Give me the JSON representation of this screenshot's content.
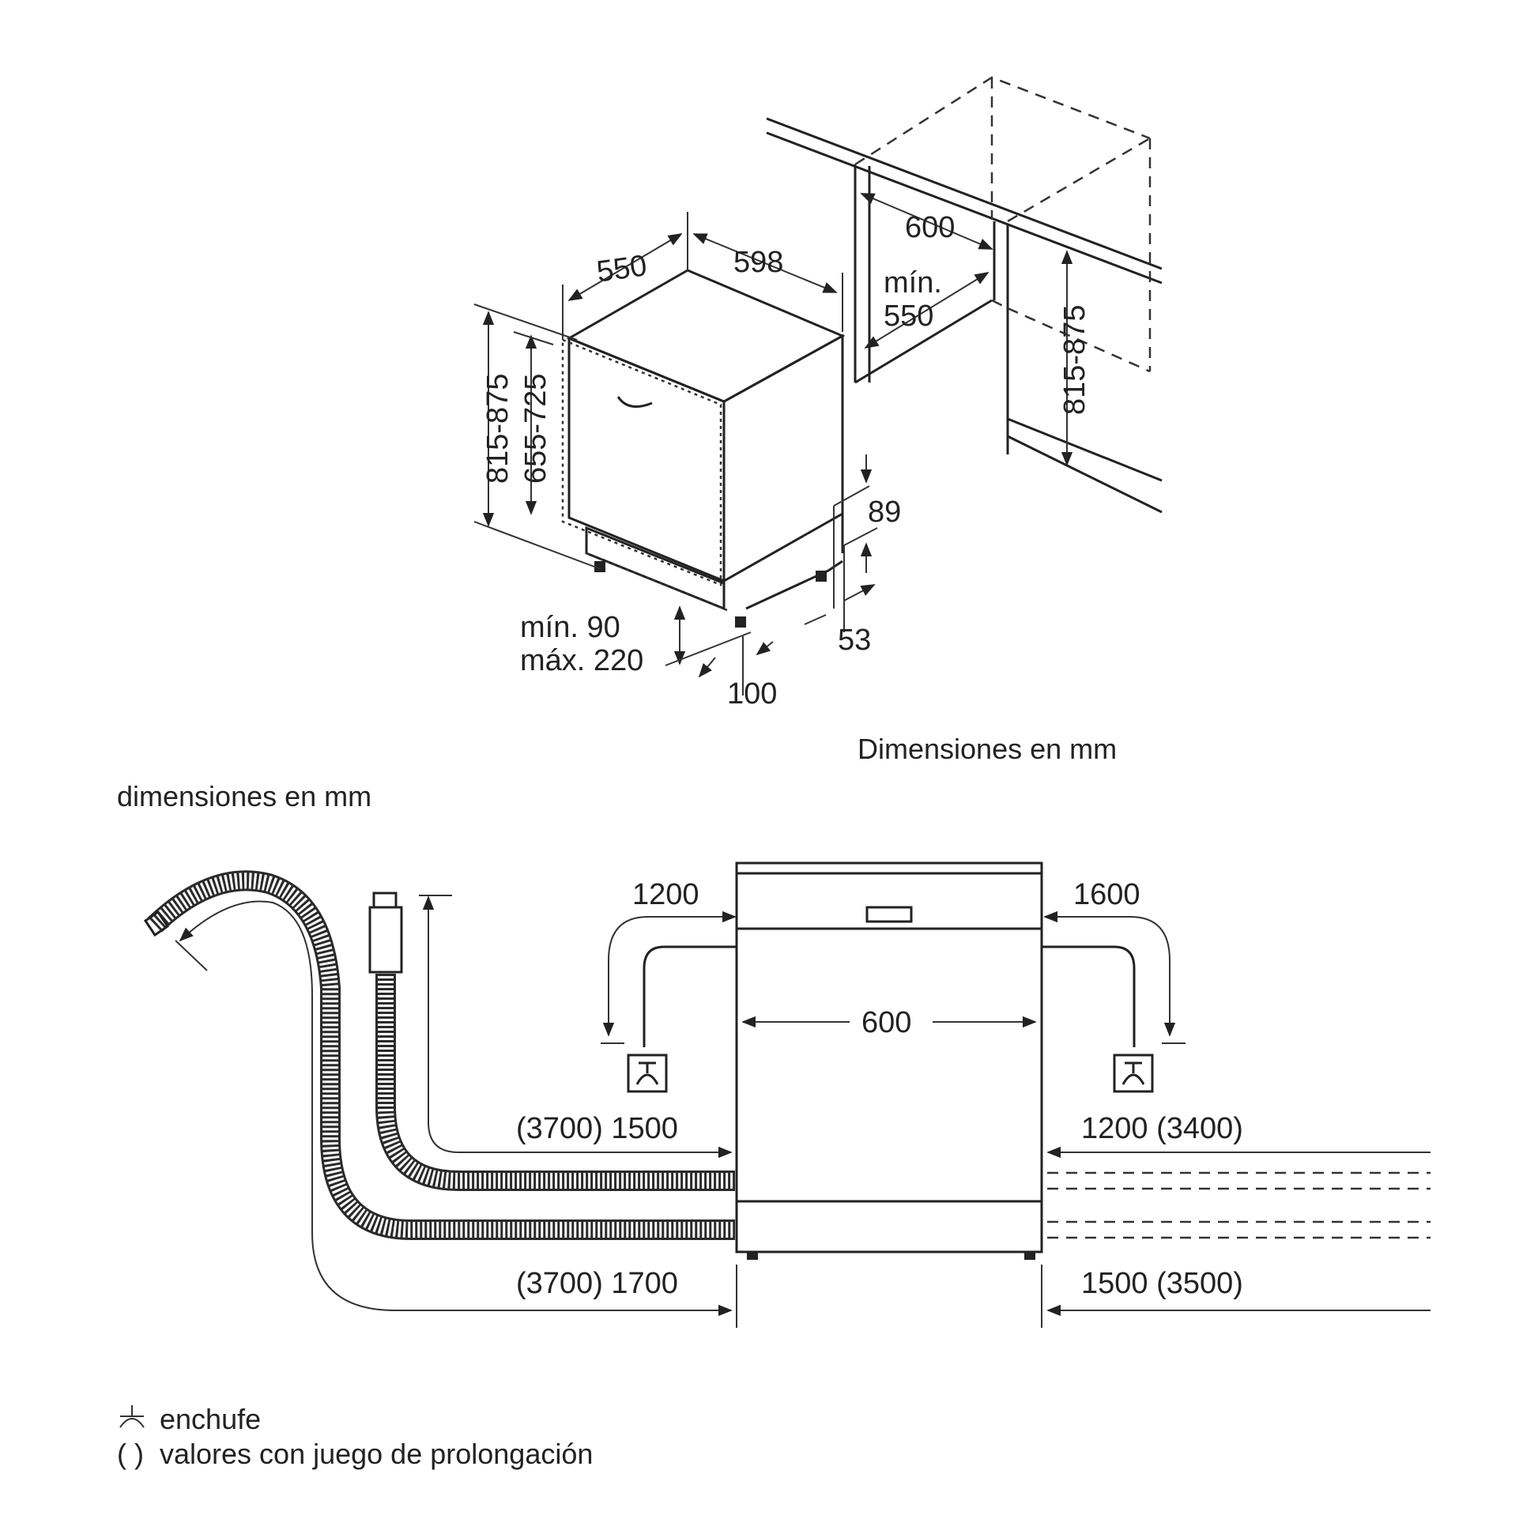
{
  "colors": {
    "line": "#222222",
    "background": "#ffffff"
  },
  "top_diagram": {
    "caption": "Dimensiones en mm",
    "labels": {
      "depth": "550",
      "width": "598",
      "niche_width": "600",
      "niche_depth_min_word": "mín.",
      "niche_depth_value": "550",
      "height_outer": "815-875",
      "height_door": "655-725",
      "niche_height": "815-875",
      "plinth_top": "89",
      "plinth_bottom": "53",
      "plinth_min": "mín. 90",
      "plinth_max": "máx. 220",
      "foot_offset": "100"
    }
  },
  "bottom_diagram": {
    "caption": "dimensiones en mm",
    "labels": {
      "cable_left": "1200",
      "cable_right": "1600",
      "width": "600",
      "inlet_left": "(3700) 1500",
      "drain_left": "(3700) 1700",
      "inlet_right": "1200 (3400)",
      "drain_right": "1500 (3500)"
    },
    "legend": {
      "plug_icon": "socket-icon",
      "plug_text": "enchufe",
      "paren_symbol": "( )",
      "paren_text": "valores con juego de prolongación"
    }
  }
}
